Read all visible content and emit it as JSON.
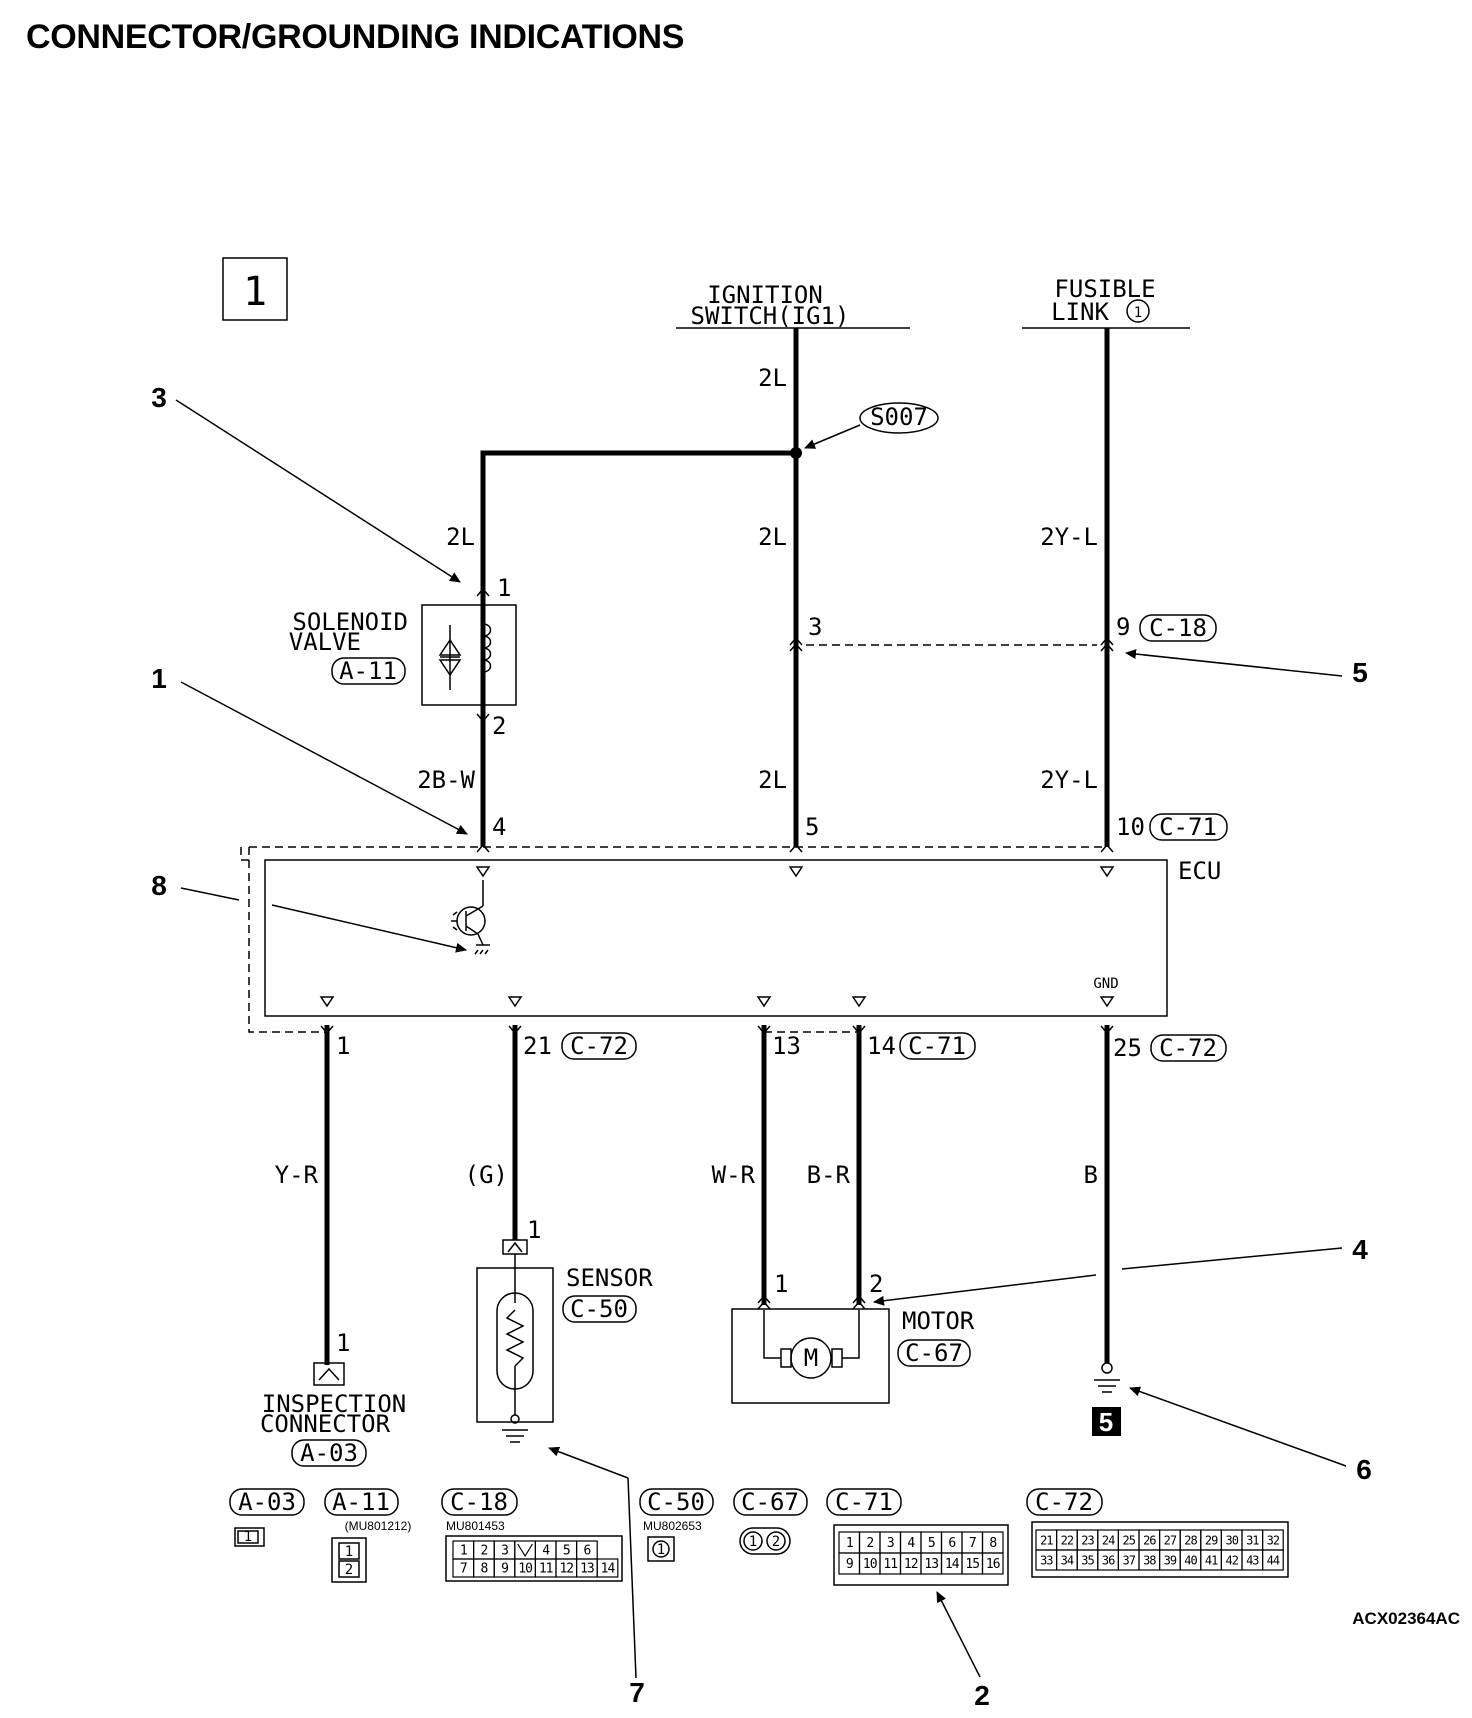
{
  "title": "CONNECTOR/GROUNDING INDICATIONS",
  "diagram_number": "1",
  "doc_code": "ACX02364AC",
  "sources": {
    "ignition_line1": "IGNITION",
    "ignition_line2": "SWITCH(IG1)",
    "fusible_line1": "FUSIBLE",
    "fusible_line2": "LINK",
    "fusible_number": "1"
  },
  "splice": "S007",
  "ecu_label": "ECU",
  "gnd_label": "GND",
  "wires": {
    "top_2l": "2L",
    "solenoid_in": "2L",
    "middle_upper": "2L",
    "fusible_upper": "2Y-L",
    "solenoid_out": "2B-W",
    "middle_lower": "2L",
    "fusible_lower": "2Y-L",
    "inspection": "Y-R",
    "sensor": "(G)",
    "motor_1": "W-R",
    "motor_2": "B-R",
    "ground": "B"
  },
  "pins": {
    "sol_1": "1",
    "sol_2": "2",
    "mid_3": "3",
    "fus_9": "9",
    "ecu_4": "4",
    "ecu_5": "5",
    "ecu_10": "10",
    "ecu_1": "1",
    "ecu_21": "21",
    "ecu_13": "13",
    "ecu_14": "14",
    "ecu_25": "25",
    "insp_1": "1",
    "sensor_1": "1",
    "motor_1": "1",
    "motor_2": "2"
  },
  "connectors": {
    "c18": "C-18",
    "c71": "C-71",
    "c72": "C-72",
    "a11": "A-11",
    "a03": "A-03",
    "c50": "C-50",
    "c67": "C-67"
  },
  "components": {
    "solenoid_line1": "SOLENOID",
    "solenoid_line2": "VALVE",
    "sensor": "SENSOR",
    "motor": "MOTOR",
    "inspection_line1": "INSPECTION",
    "inspection_line2": "CONNECTOR",
    "ground_number": "5"
  },
  "callouts": [
    "1",
    "2",
    "3",
    "4",
    "5",
    "6",
    "7",
    "8"
  ],
  "legend": {
    "a03": "A-03",
    "a11": "A-11",
    "a11_part": "(MU801212)",
    "c18": "C-18",
    "c18_part": "MU801453",
    "c50": "C-50",
    "c50_part": "MU802653",
    "c67": "C-67",
    "c71": "C-71",
    "c72": "C-72",
    "a03_pins": [
      "1"
    ],
    "a11_pins": [
      "1",
      "2"
    ],
    "c18_pins_top": [
      "1",
      "2",
      "3",
      "",
      "4",
      "5",
      "6"
    ],
    "c18_pins_bottom": [
      "7",
      "8",
      "9",
      "10",
      "11",
      "12",
      "13",
      "14"
    ],
    "c50_pins": [
      "1"
    ],
    "c67_pins": [
      "1",
      "2"
    ],
    "c71_pins_top": [
      "1",
      "2",
      "3",
      "4",
      "5",
      "6",
      "7",
      "8"
    ],
    "c71_pins_bottom": [
      "9",
      "10",
      "11",
      "12",
      "13",
      "14",
      "15",
      "16"
    ],
    "c72_pins_top": [
      "21",
      "22",
      "23",
      "24",
      "25",
      "26",
      "27",
      "28",
      "29",
      "30",
      "31",
      "32"
    ],
    "c72_pins_bottom": [
      "33",
      "34",
      "35",
      "36",
      "37",
      "38",
      "39",
      "40",
      "41",
      "42",
      "43",
      "44"
    ]
  }
}
